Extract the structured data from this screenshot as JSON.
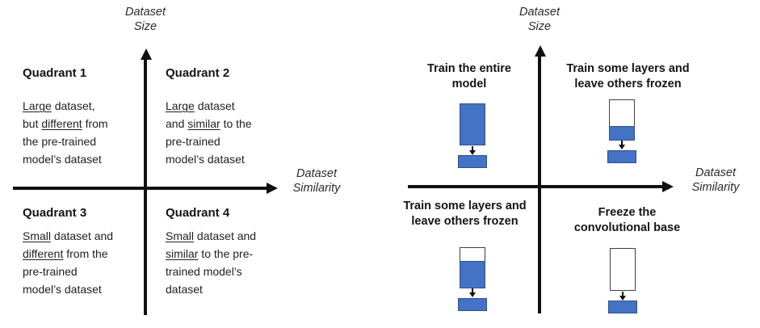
{
  "colors": {
    "trained_blue": "#4472C4",
    "trained_border": "#2F528F",
    "frozen_white": "#FFFFFF",
    "frozen_border": "#3F3F3F",
    "axis_black": "#111111"
  },
  "left_diagram": {
    "y_axis_label_lines": [
      "Dataset",
      "Size"
    ],
    "x_axis_label_lines": [
      "Dataset",
      "Similarity"
    ],
    "quadrants": [
      {
        "title": "Quadrant 1",
        "lines": [
          [
            {
              "t": "Large",
              "u": true
            },
            {
              "t": " dataset,"
            }
          ],
          [
            {
              "t": "but "
            },
            {
              "t": "different",
              "u": true
            },
            {
              "t": " from"
            }
          ],
          [
            {
              "t": "the pre-trained"
            }
          ],
          [
            {
              "t": "model’s dataset"
            }
          ]
        ]
      },
      {
        "title": "Quadrant 2",
        "lines": [
          [
            {
              "t": "Large",
              "u": true
            },
            {
              "t": " dataset"
            }
          ],
          [
            {
              "t": "and "
            },
            {
              "t": "similar",
              "u": true
            },
            {
              "t": " to the"
            }
          ],
          [
            {
              "t": "pre-trained"
            }
          ],
          [
            {
              "t": "model’s dataset"
            }
          ]
        ]
      },
      {
        "title": "Quadrant 3",
        "lines": [
          [
            {
              "t": "Small",
              "u": true
            },
            {
              "t": " dataset and"
            }
          ],
          [
            {
              "t": "different",
              "u": true
            },
            {
              "t": " from the"
            }
          ],
          [
            {
              "t": "pre-trained"
            }
          ],
          [
            {
              "t": "model’s dataset"
            }
          ]
        ]
      },
      {
        "title": "Quadrant 4",
        "lines": [
          [
            {
              "t": "Small",
              "u": true
            },
            {
              "t": " dataset and"
            }
          ],
          [
            {
              "t": "similar",
              "u": true
            },
            {
              "t": " to the pre-"
            }
          ],
          [
            {
              "t": "trained model’s"
            }
          ],
          [
            {
              "t": "dataset"
            }
          ]
        ]
      }
    ]
  },
  "right_diagram": {
    "y_axis_label_lines": [
      "Dataset",
      "Size"
    ],
    "x_axis_label_lines": [
      "Dataset",
      "Similarity"
    ],
    "quadrants": [
      {
        "title_lines": [
          "Train the entire",
          "model"
        ],
        "stack": {
          "base_segments": [
            {
              "state": "trained",
              "h": 52
            }
          ],
          "classifier": {
            "state": "trained"
          }
        }
      },
      {
        "title_lines": [
          "Train some layers and",
          "leave others frozen"
        ],
        "stack": {
          "base_segments": [
            {
              "state": "frozen",
              "h": 34
            },
            {
              "state": "trained",
              "h": 18
            }
          ],
          "classifier": {
            "state": "trained"
          }
        }
      },
      {
        "title_lines": [
          "Train some layers and",
          "leave others frozen"
        ],
        "stack": {
          "base_segments": [
            {
              "state": "frozen",
              "h": 18
            },
            {
              "state": "trained",
              "h": 34
            }
          ],
          "classifier": {
            "state": "trained"
          }
        }
      },
      {
        "title_lines": [
          "Freeze the",
          "convolutional base"
        ],
        "stack": {
          "base_segments": [
            {
              "state": "frozen",
              "h": 53
            }
          ],
          "classifier": {
            "state": "trained"
          }
        }
      }
    ]
  }
}
